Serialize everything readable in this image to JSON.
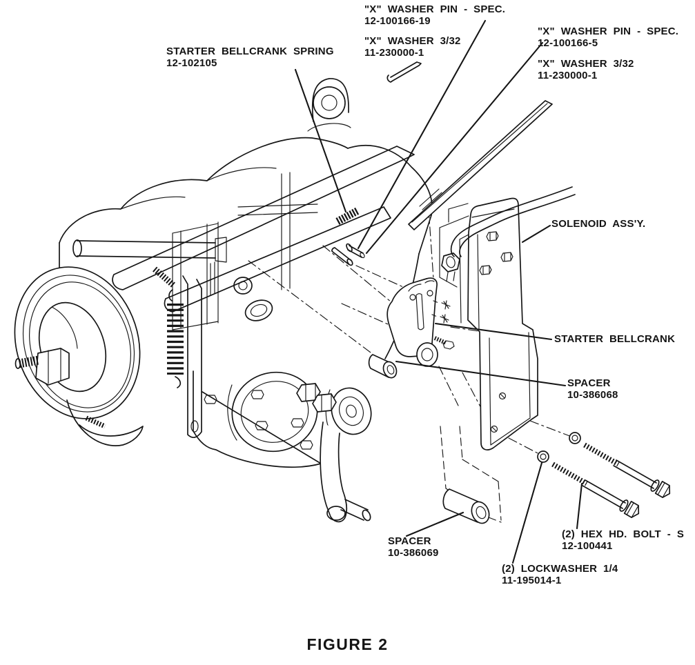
{
  "figure": {
    "caption": "FIGURE 2",
    "background": "#ffffff",
    "line_color": "#161616"
  },
  "labels": {
    "washer_pin_19": {
      "line1": "\"X\" WASHER PIN - SPEC.",
      "line2": "12-100166-19"
    },
    "washer_332_left": {
      "line1": "\"X\" WASHER 3/32",
      "line2": "11-230000-1"
    },
    "washer_pin_5": {
      "line1": "\"X\" WASHER PIN - SPEC.",
      "line2": "12-100166-5"
    },
    "washer_332_right": {
      "line1": "\"X\" WASHER 3/32",
      "line2": "11-230000-1"
    },
    "bellcrank_spring": {
      "line1": "STARTER BELLCRANK SPRING",
      "line2": "12-102105"
    },
    "solenoid": {
      "line1": "SOLENOID ASS'Y."
    },
    "starter_bellcrank": {
      "line1": "STARTER BELLCRANK"
    },
    "spacer_upper": {
      "line1": "SPACER",
      "line2": "10-386068"
    },
    "spacer_lower": {
      "line1": "SPACER",
      "line2": "10-386069"
    },
    "hex_bolt": {
      "line1": "(2) HEX HD. BOLT - S",
      "line2": "12-100441"
    },
    "lockwasher": {
      "line1": "(2) LOCKWASHER 1/4",
      "line2": "11-195014-1"
    }
  }
}
